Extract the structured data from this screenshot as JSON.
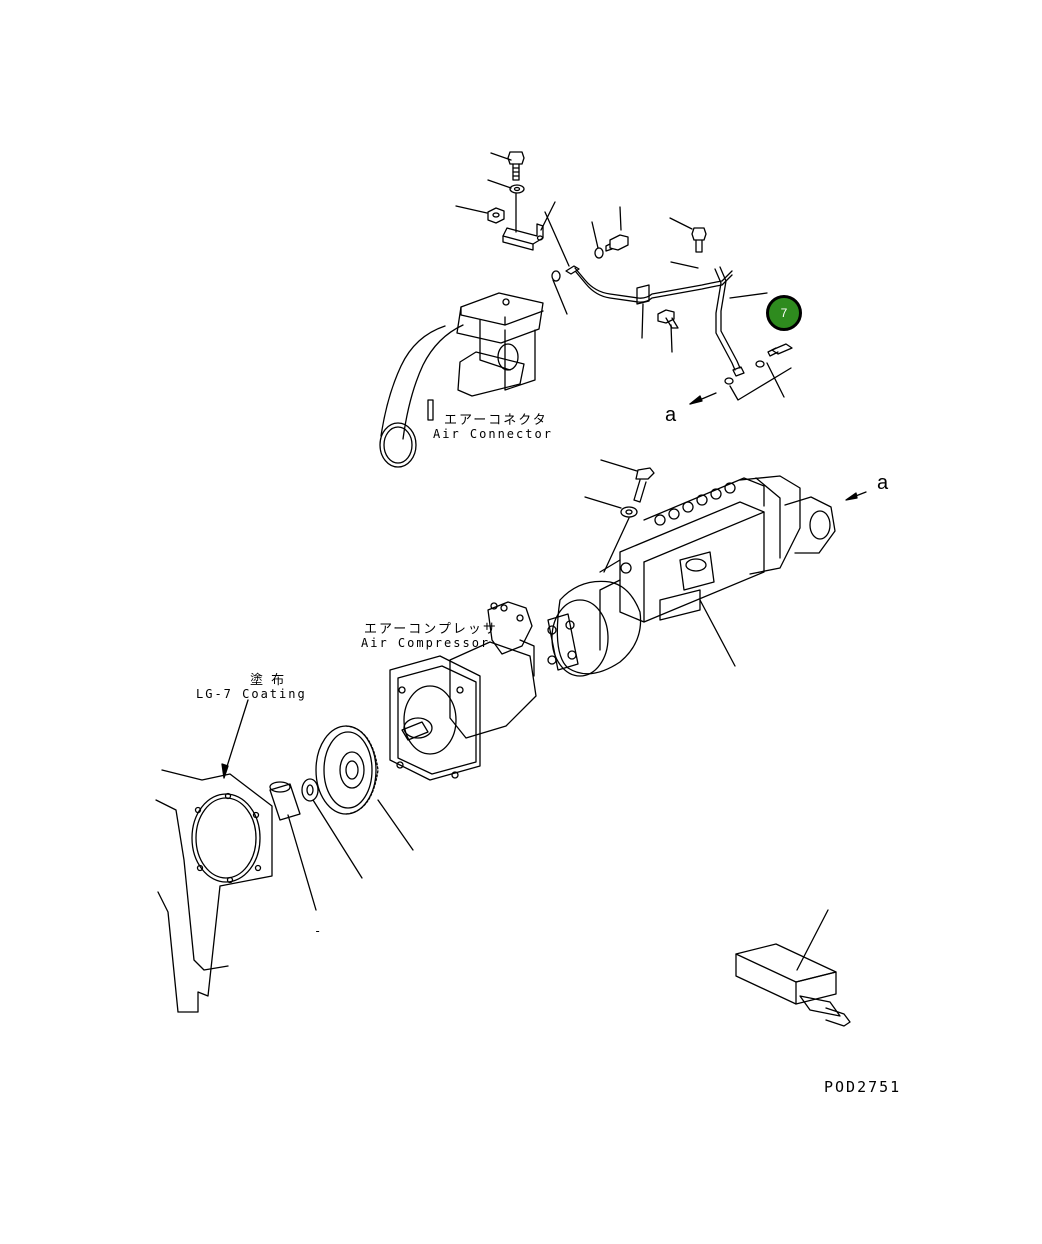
{
  "labels": {
    "air_connector_jp": "エアーコネクタ",
    "air_connector_en": "Air Connector",
    "air_compressor_jp": "エアーコンプレッサ",
    "air_compressor_en": "Air Compressor",
    "coating_jp": "塗 布",
    "coating_en": "LG-7 Coating",
    "ref_a_left": "a",
    "ref_a_right": "a",
    "drawing_code": "POD2751",
    "small_mark": "-"
  },
  "callout": {
    "number": "7",
    "color": "#2e8b1e"
  }
}
